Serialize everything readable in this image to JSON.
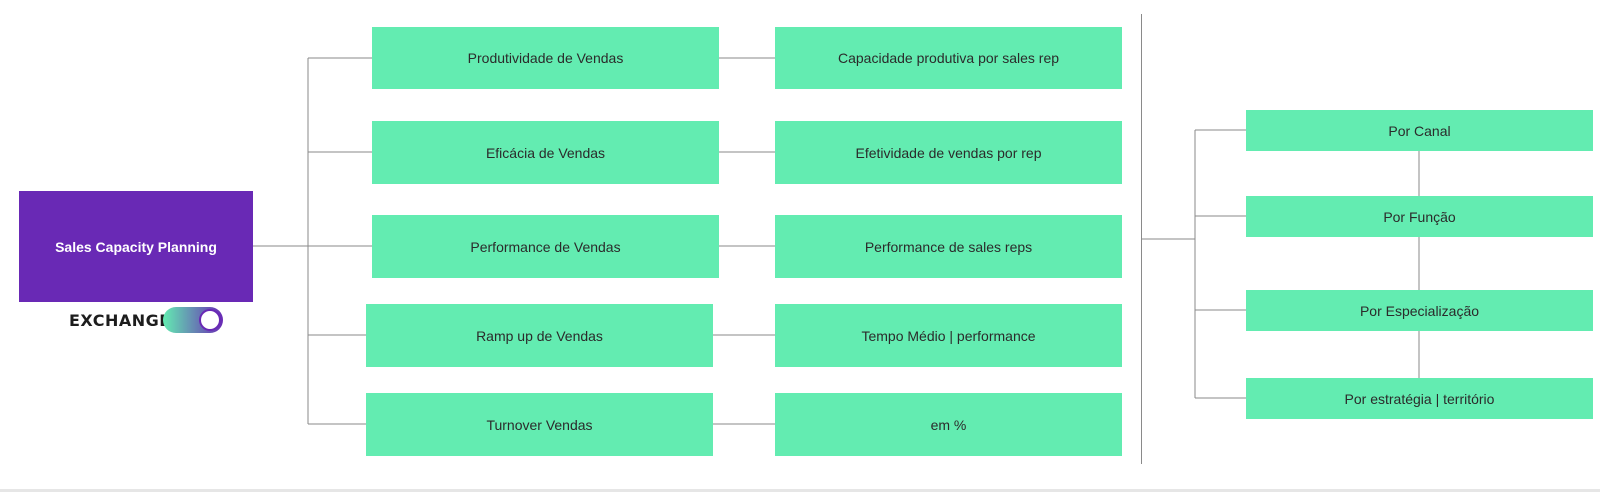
{
  "diagram": {
    "root_label": "Sales Capacity Planning",
    "logo_text": "EXCHANGE",
    "colors": {
      "root_fill": "#6929b5",
      "node_fill": "#63ecb1",
      "line": "#8a8a8a"
    },
    "branches": [
      {
        "label": "Produtividade de Vendas",
        "detail": "Capacidade produtiva por sales rep"
      },
      {
        "label": "Eficácia de Vendas",
        "detail": "Efetividade de vendas por rep"
      },
      {
        "label": "Performance de Vendas",
        "detail": "Performance de sales reps"
      },
      {
        "label": "Ramp up de Vendas",
        "detail": "Tempo Médio | performance"
      },
      {
        "label": "Turnover Vendas",
        "detail": "em %"
      }
    ],
    "segments": [
      {
        "label": "Por Canal"
      },
      {
        "label": "Por Função"
      },
      {
        "label": "Por Especialização"
      },
      {
        "label": "Por estratégia | território"
      }
    ]
  }
}
